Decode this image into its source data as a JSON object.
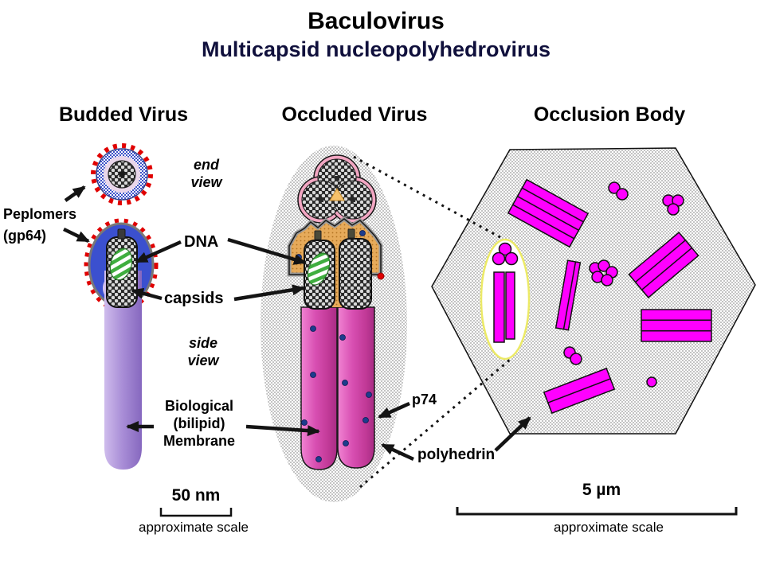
{
  "title": "Baculovirus",
  "subtitle": "Multicapsid nucleopolyhedrovirus",
  "sections": {
    "budded": {
      "heading": "Budded Virus",
      "end_view_caption": "end\nview",
      "side_view_caption": "side\nview"
    },
    "occluded": {
      "heading": "Occluded Virus"
    },
    "occlusion": {
      "heading": "Occlusion Body"
    }
  },
  "labels": {
    "peplomers": "Peplomers\n(gp64)",
    "dna": "DNA",
    "capsids": "capsids",
    "membrane": "Biological\n(bilipid)\nMembrane",
    "p74": "p74",
    "polyhedrin": "polyhedrin"
  },
  "scale_bars": {
    "left": {
      "value": "50 nm",
      "caption": "approximate scale"
    },
    "right": {
      "value": "5 µm",
      "caption": "approximate scale"
    }
  },
  "colors": {
    "background": "#ffffff",
    "text": "#000000",
    "subtitle_text": "#10103c",
    "occlusion_rects": "#ff00ff",
    "occluded_columns": "#d84fb2",
    "budded_envelope_blue": "#3b50cf",
    "budded_membrane_purple": "#ab90d8",
    "peplomer_red": "#e00000",
    "dna_green": "#3fae3f",
    "envelope_orange": "#e6aa5a",
    "trefoil_pink": "#f2a6c2",
    "matrix_gray": "#b0b0b0",
    "virion_ellipse_yellow": "#ecea66",
    "p74_dot_blue": "#1d3c8c"
  }
}
